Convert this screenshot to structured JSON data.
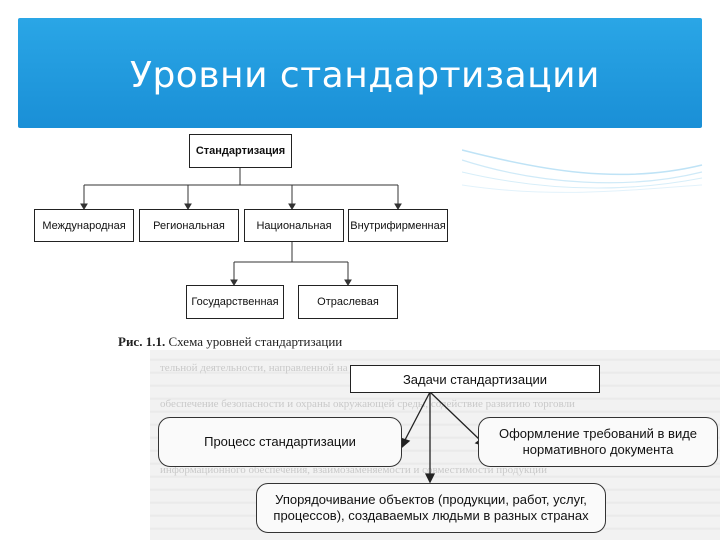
{
  "slide": {
    "title": "Уровни стандартизации",
    "header_color": "#1f9ae0"
  },
  "diagram1": {
    "root": "Стандартизация",
    "level2": [
      "Международная",
      "Региональная",
      "Национальная",
      "Внутрифирменная"
    ],
    "level3": [
      "Государственная",
      "Отраслевая"
    ],
    "caption_prefix": "Рис. 1.1.",
    "caption_text": "Схема уровней стандартизации"
  },
  "diagram2": {
    "top": "Задачи стандартизации",
    "left": "Процесс стандартизации",
    "right": "Оформление требований в виде нормативного документа",
    "bottom": "Упорядочивание объектов (продукции, работ, услуг, процессов), создаваемых людьми в разных странах"
  }
}
